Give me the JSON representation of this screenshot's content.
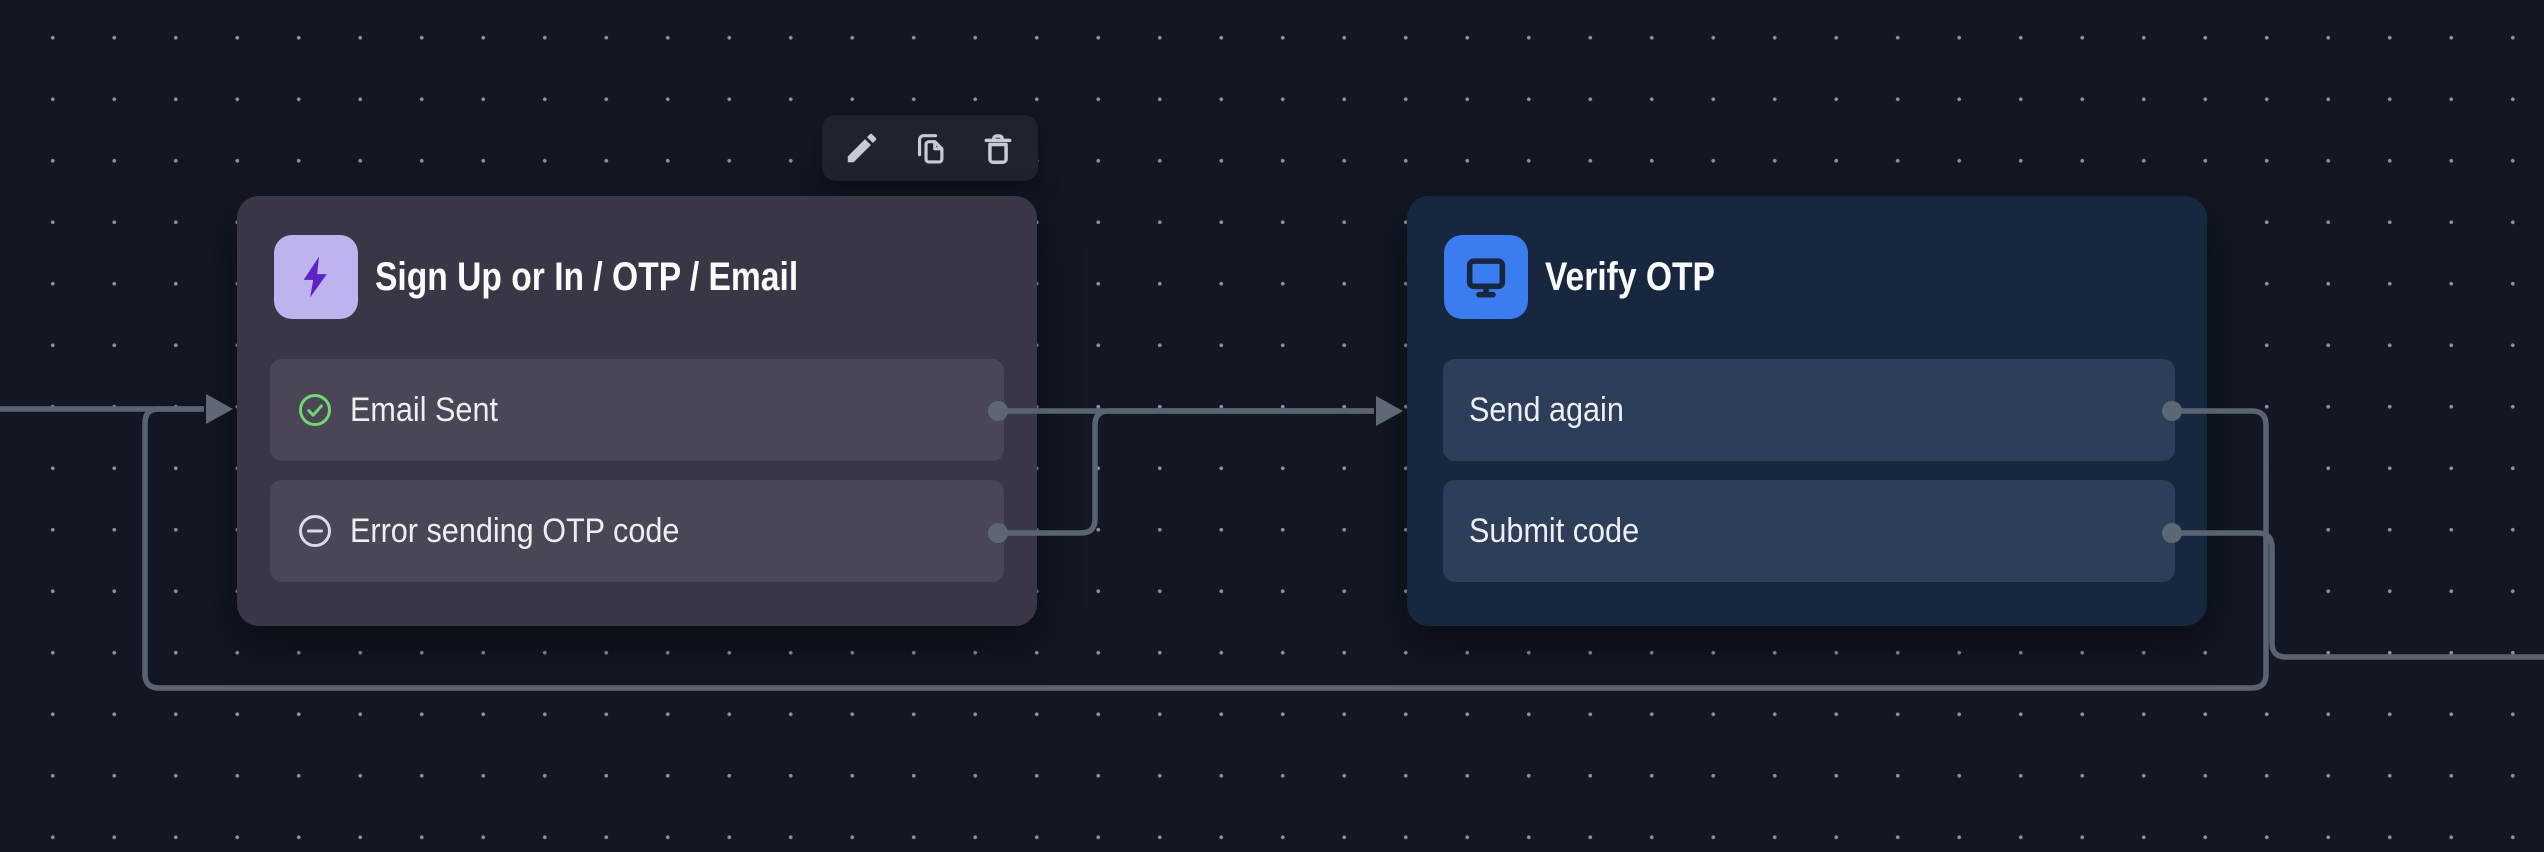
{
  "app": {
    "view": "flow-editor-canvas"
  },
  "canvas": {
    "background": "#131722",
    "grid_dot_color": "#8b93a2",
    "edge_color": "#5a6471",
    "port_color": "#5d6773"
  },
  "toolbar": {
    "buttons": [
      {
        "name": "edit",
        "icon": "pencil-icon"
      },
      {
        "name": "duplicate",
        "icon": "copy-icon"
      },
      {
        "name": "delete",
        "icon": "trash-icon"
      }
    ]
  },
  "nodes": [
    {
      "title": "Sign Up or In / OTP / Email",
      "icon": "lightning-bolt-icon",
      "icon_bg": "#beb3ec",
      "icon_fg": "#5e22c7",
      "body_bg": "#3b3645",
      "row_bg": "#4b4656",
      "outputs": [
        {
          "label": "Email Sent",
          "icon": "check-circle-icon",
          "icon_color": "#74d672"
        },
        {
          "label": "Error sending OTP code",
          "icon": "minus-circle-icon",
          "icon_color": "#d7dbe6"
        }
      ]
    },
    {
      "title": "Verify OTP",
      "icon": "monitor-icon",
      "icon_bg": "#3b7df0",
      "icon_fg": "#182740",
      "body_bg": "#182740",
      "row_bg": "#2c3e58",
      "outputs": [
        {
          "label": "Send again"
        },
        {
          "label": "Submit code"
        }
      ]
    }
  ],
  "edges": [
    {
      "from": "offscreen-left",
      "to": "Sign Up or In / OTP / Email"
    },
    {
      "from": "Email Sent",
      "to": "Verify OTP"
    },
    {
      "from": "Error sending OTP code",
      "to": "Verify OTP"
    },
    {
      "from": "Send again",
      "to": "Sign Up or In / OTP / Email"
    },
    {
      "from": "Submit code",
      "to": "offscreen-right"
    }
  ]
}
